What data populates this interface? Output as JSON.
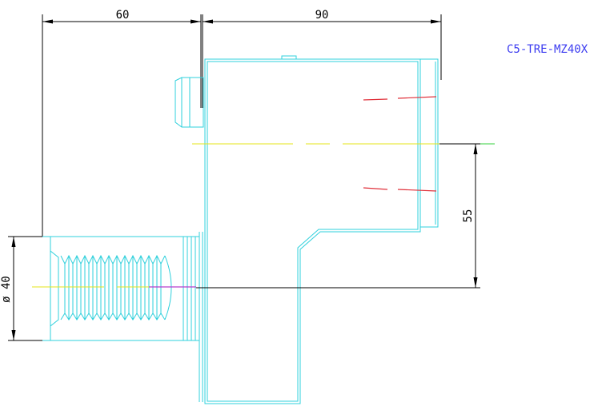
{
  "drawing": {
    "part_code": "C5-TRE-MZ40X",
    "dim_top_left": "60",
    "dim_top_right": "90",
    "dim_vertical": "55",
    "dim_diameter": "ø 40"
  },
  "colors": {
    "part_outline": "#2fd0dc",
    "dimension": "#000000",
    "part_code_text": "#3b3bf0",
    "hidden_line": "#e0303a",
    "center_line": "#e6e619",
    "center_extension": "#34d13c",
    "axis_highlight": "#b63fcd"
  }
}
